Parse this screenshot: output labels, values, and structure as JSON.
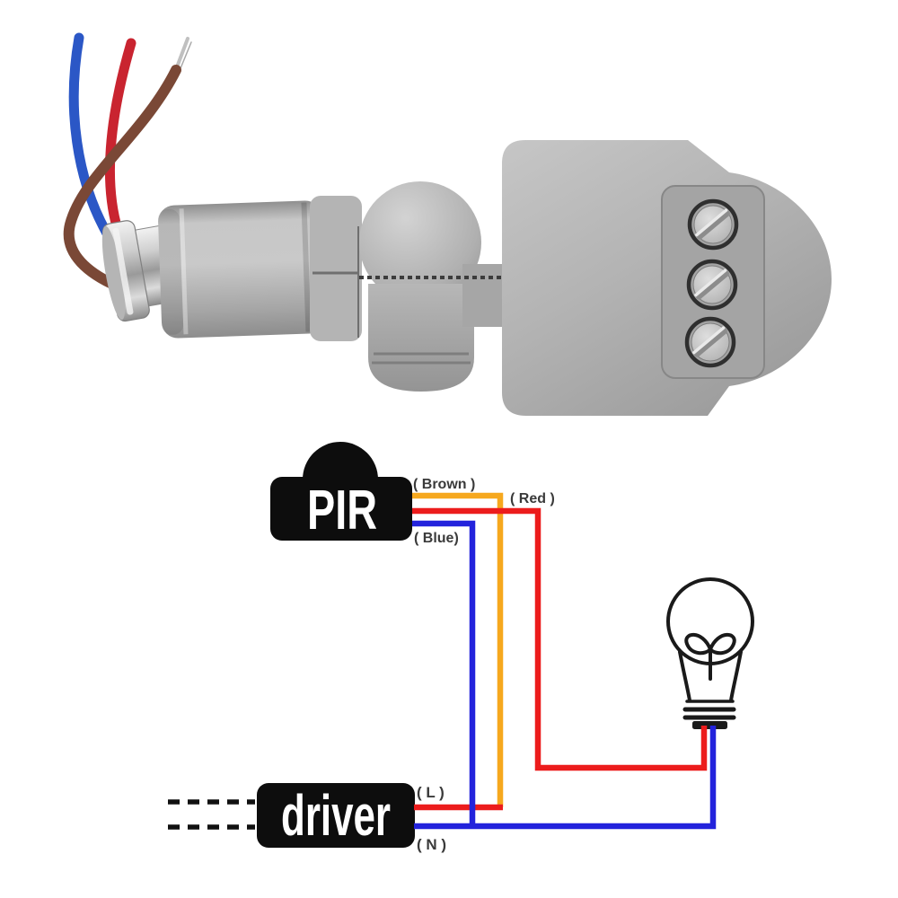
{
  "page": {
    "background": "#ffffff"
  },
  "photo": {
    "colors": {
      "wire_blue": "#2B57C6",
      "wire_red": "#C92430",
      "wire_brown": "#7A4836",
      "wire_bare": "#C0C0C0",
      "seam": "#6F6F6F",
      "teeth": "#3C3C3C",
      "panel_fill": "#A4A4A4",
      "panel_stroke": "#878787",
      "screw_ring": "#2F2F2F"
    }
  },
  "diagram": {
    "pir": {
      "label": "PIR"
    },
    "driver": {
      "label": "driver"
    },
    "labels": {
      "brown": "( Brown )",
      "red": "( Red )",
      "blue": "( Blue)",
      "live": "( L )",
      "neutral": "( N )"
    },
    "colors": {
      "brown": "#F6A81E",
      "red": "#EC1C1C",
      "blue": "#2323DC",
      "node": "#0D0D0D",
      "node_text": "#FFFFFF",
      "text": "#3A3A3A",
      "bulb_outline": "#1A1A1A",
      "dash": "#111111"
    }
  }
}
